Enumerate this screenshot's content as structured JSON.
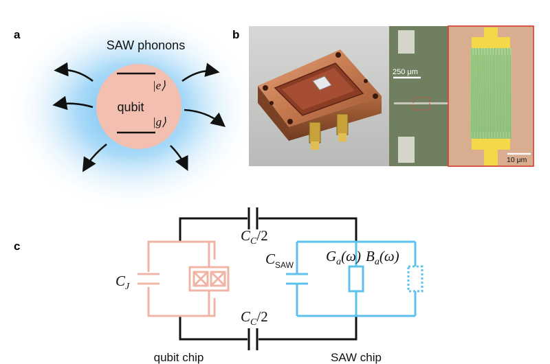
{
  "panel_a": {
    "letter": "a",
    "title": "SAW phonons",
    "center_label": "qubit",
    "state_e": "|e⟩",
    "state_g": "|g⟩"
  },
  "panel_b": {
    "letter": "b",
    "scale_250": "250 μm",
    "scale_10": "10 μm"
  },
  "panel_c": {
    "letter": "c",
    "cc_top": "C",
    "cc_top_sub": "C",
    "cc_top_tail": "/2",
    "cc_bottom": "C",
    "cc_bottom_sub": "C",
    "cc_bottom_tail": "/2",
    "cj": "C",
    "cj_sub": "J",
    "csaw": "C",
    "csaw_sub": "SAW",
    "ga": "G",
    "ga_sub": "a",
    "ga_arg": "(ω)",
    "ba": "B",
    "ba_sub": "a",
    "ba_arg": "(ω)",
    "qubit_chip": "qubit chip",
    "saw_chip": "SAW chip"
  },
  "colors": {
    "qubit_pink": "#f3bfb0",
    "qubit_circuit": "#efb4a5",
    "saw_blue": "#5ec0ec",
    "glow_blue": "#9fd6f6",
    "copper": "#c47a4f",
    "green_chip": "#6f7f60",
    "red_box": "#d84a3a"
  }
}
